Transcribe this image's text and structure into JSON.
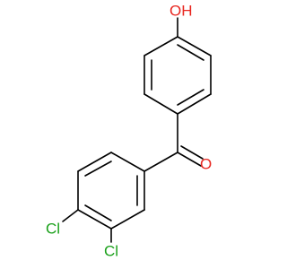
{
  "molecule": {
    "atoms": {
      "hydroxyl": {
        "text": "OH",
        "color": "#e8261f"
      },
      "carbonyl_oxygen": {
        "text": "O",
        "color": "#e8261f"
      },
      "chlorine_top": {
        "text": "Cl",
        "color": "#1aa01a"
      },
      "chlorine_bottom": {
        "text": "Cl",
        "color": "#1aa01a"
      }
    },
    "bond_color": "#000000"
  }
}
